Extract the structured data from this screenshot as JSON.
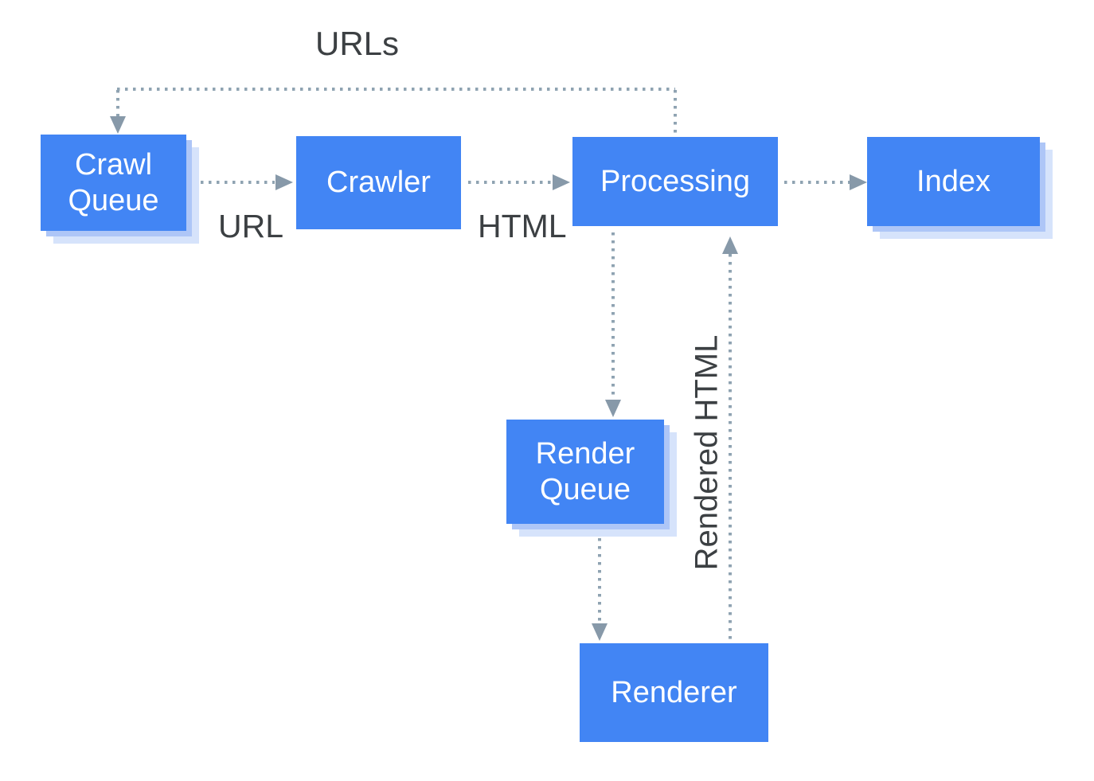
{
  "colors": {
    "node_fill": "#4285F4",
    "node_text": "#FFFFFF",
    "shadow_inner": "#AEC6F7",
    "shadow_outer": "#D6E3FB",
    "connector": "#8FA3B2",
    "arrow": "#8799A9",
    "label": "#3C4043",
    "background": "#FFFFFF"
  },
  "nodes": {
    "crawl_queue": {
      "label": "Crawl Queue"
    },
    "crawler": {
      "label": "Crawler"
    },
    "processing": {
      "label": "Processing"
    },
    "index": {
      "label": "Index"
    },
    "render_queue": {
      "label": "Render Queue"
    },
    "renderer": {
      "label": "Renderer"
    }
  },
  "edge_labels": {
    "urls": "URLs",
    "url": "URL",
    "html": "HTML",
    "rendered_html": "Rendered HTML"
  },
  "edges": [
    {
      "from": "Processing",
      "to": "Crawl Queue",
      "label": "URLs",
      "style": "dotted-arrow"
    },
    {
      "from": "Crawl Queue",
      "to": "Crawler",
      "label": "URL",
      "style": "dotted-arrow"
    },
    {
      "from": "Crawler",
      "to": "Processing",
      "label": "HTML",
      "style": "dotted-arrow"
    },
    {
      "from": "Processing",
      "to": "Index",
      "label": "",
      "style": "dotted-arrow"
    },
    {
      "from": "Processing",
      "to": "Render Queue",
      "label": "",
      "style": "dotted-arrow"
    },
    {
      "from": "Render Queue",
      "to": "Renderer",
      "label": "",
      "style": "dotted-arrow"
    },
    {
      "from": "Renderer",
      "to": "Processing",
      "label": "Rendered HTML",
      "style": "dotted-arrow"
    }
  ]
}
